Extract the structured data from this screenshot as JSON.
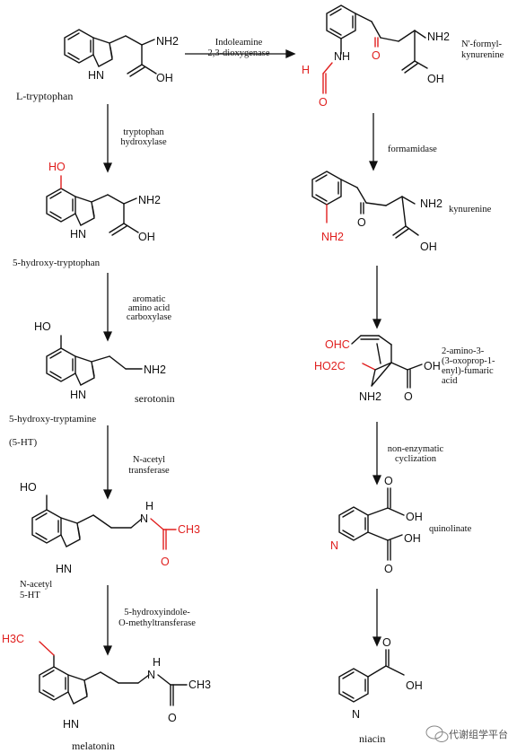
{
  "compounds": {
    "l_tryptophan": "L-tryptophan",
    "hydroxy_tryptophan": "5-hydroxy-tryptophan",
    "serotonin": "serotonin",
    "hydroxy_tryptamine": "5-hydroxy-tryptamine",
    "five_ht": "(5-HT)",
    "n_acetyl_5ht_1": "N-acetyl",
    "n_acetyl_5ht_2": "5-HT",
    "melatonin": "melatonin",
    "n_formyl_1": "N'-formyl-",
    "n_formyl_2": "kynurenine",
    "kynurenine": "kynurenine",
    "amino_1": "2-amino-3-",
    "amino_2": "(3-oxoprop-1-",
    "amino_3": "enyl)-fumaric",
    "amino_4": "acid",
    "quinolinate": "quinolinate",
    "niacin": "niacin"
  },
  "enzymes": {
    "ido_1": "Indoleamine",
    "ido_2": "2,3-dioxygenase",
    "tph_1": "tryptophan",
    "tph_2": "hydroxylase",
    "aadc_1": "aromatic",
    "aadc_2": "amino acid",
    "aadc_3": "carboxylase",
    "nat_1": "N-acetyl",
    "nat_2": "transferase",
    "hiomt_1": "5-hydroxyindole-",
    "hiomt_2": "O-methyltransferase",
    "formamidase": "formamidase",
    "nonenz_1": "non-enzymatic",
    "nonenz_2": "cyclization"
  },
  "atoms": {
    "nh2": "NH2",
    "nh": "NH",
    "hn": "HN",
    "oh": "OH",
    "o": "O",
    "ho": "HO",
    "h": "H",
    "ch3": "CH3",
    "h3c": "H3C",
    "ohc": "OHC",
    "ho2c": "HO2C",
    "n": "N",
    "h2": "2"
  },
  "watermark": "代谢组学平台",
  "colors": {
    "highlight": "#e0201f",
    "ink": "#111111",
    "bg": "#ffffff"
  }
}
